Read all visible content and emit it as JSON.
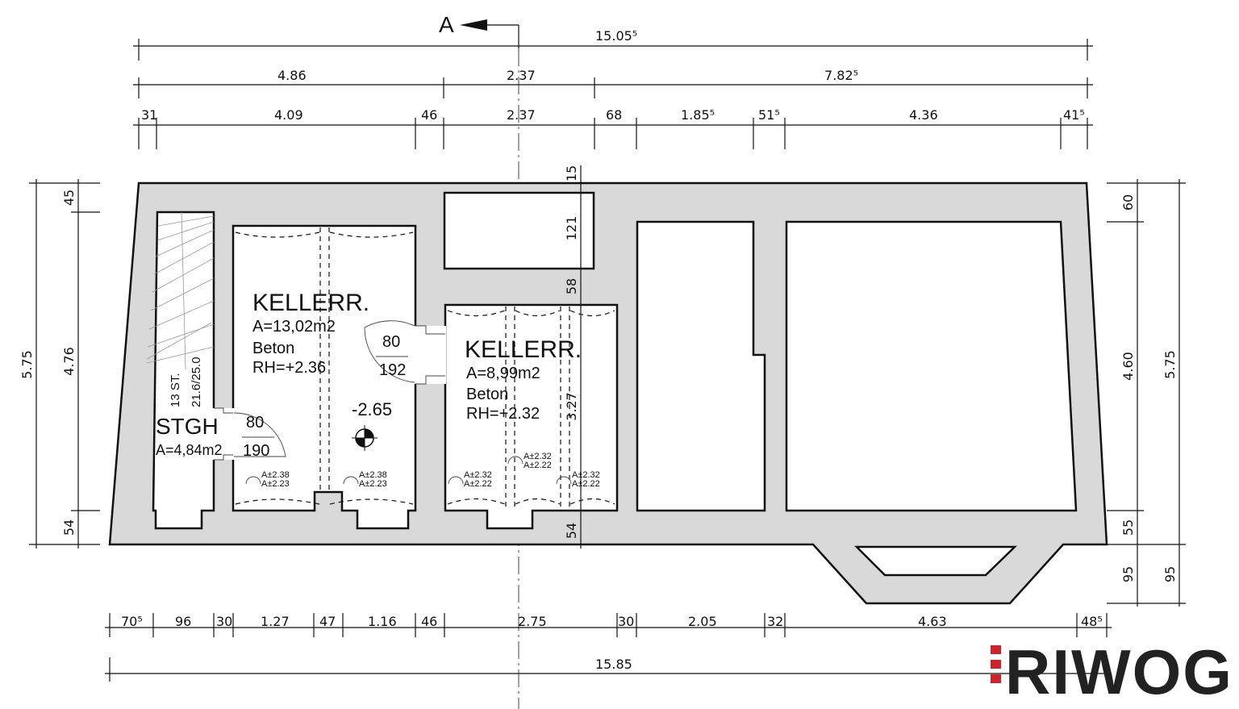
{
  "section_marker": "A",
  "dims_top": {
    "overall": "15.05⁵",
    "row2": [
      "4.86",
      "2.37",
      "7.82⁵"
    ],
    "row3": [
      "31",
      "4.09",
      "46",
      "2.37",
      "68",
      "1.85⁵",
      "51⁵",
      "4.36",
      "41⁵"
    ]
  },
  "dims_bottom": {
    "row1": [
      "70⁵",
      "96",
      "30",
      "1.27",
      "47",
      "1.16",
      "46",
      "2.75",
      "30",
      "2.05",
      "32",
      "4.63",
      "48⁵"
    ],
    "overall": "15.85"
  },
  "dims_left": {
    "overall": "5.75",
    "parts": [
      "45",
      "4.76",
      "54"
    ]
  },
  "dims_right": {
    "inner": [
      "60",
      "4.60",
      "55",
      "95"
    ],
    "outer": [
      "5.75",
      "95"
    ]
  },
  "dims_center": [
    "15",
    "121",
    "58",
    "3.27",
    "54"
  ],
  "rooms": {
    "keller1": {
      "name": "KELLERR.",
      "area": "A=13,02m2",
      "floor": "Beton",
      "height": "RH=+2.36"
    },
    "keller2": {
      "name": "KELLERR.",
      "area": "A=8,99m2",
      "floor": "Beton",
      "height": "RH=+2.32"
    },
    "stgh": {
      "name": "STGH",
      "area": "A=4,84m2"
    }
  },
  "stair": {
    "steps": "13 ST.",
    "ratio": "21.6/25.0"
  },
  "doors": {
    "d1_width": "80",
    "d1_height": "190",
    "d2_width": "80",
    "d2_height": "192"
  },
  "level": "-2.65",
  "window_marks": [
    "A±2.38 / A±2.23",
    "A±2.38 / A±2.23",
    "A±2.32 / A±2.22",
    "A±2.32 / A±2.22",
    "A±2.32 / A±2.22"
  ],
  "logo": "RIWOG",
  "colors": {
    "wall_fill": "#d9d9d9",
    "logo_red": "#c8262c"
  }
}
